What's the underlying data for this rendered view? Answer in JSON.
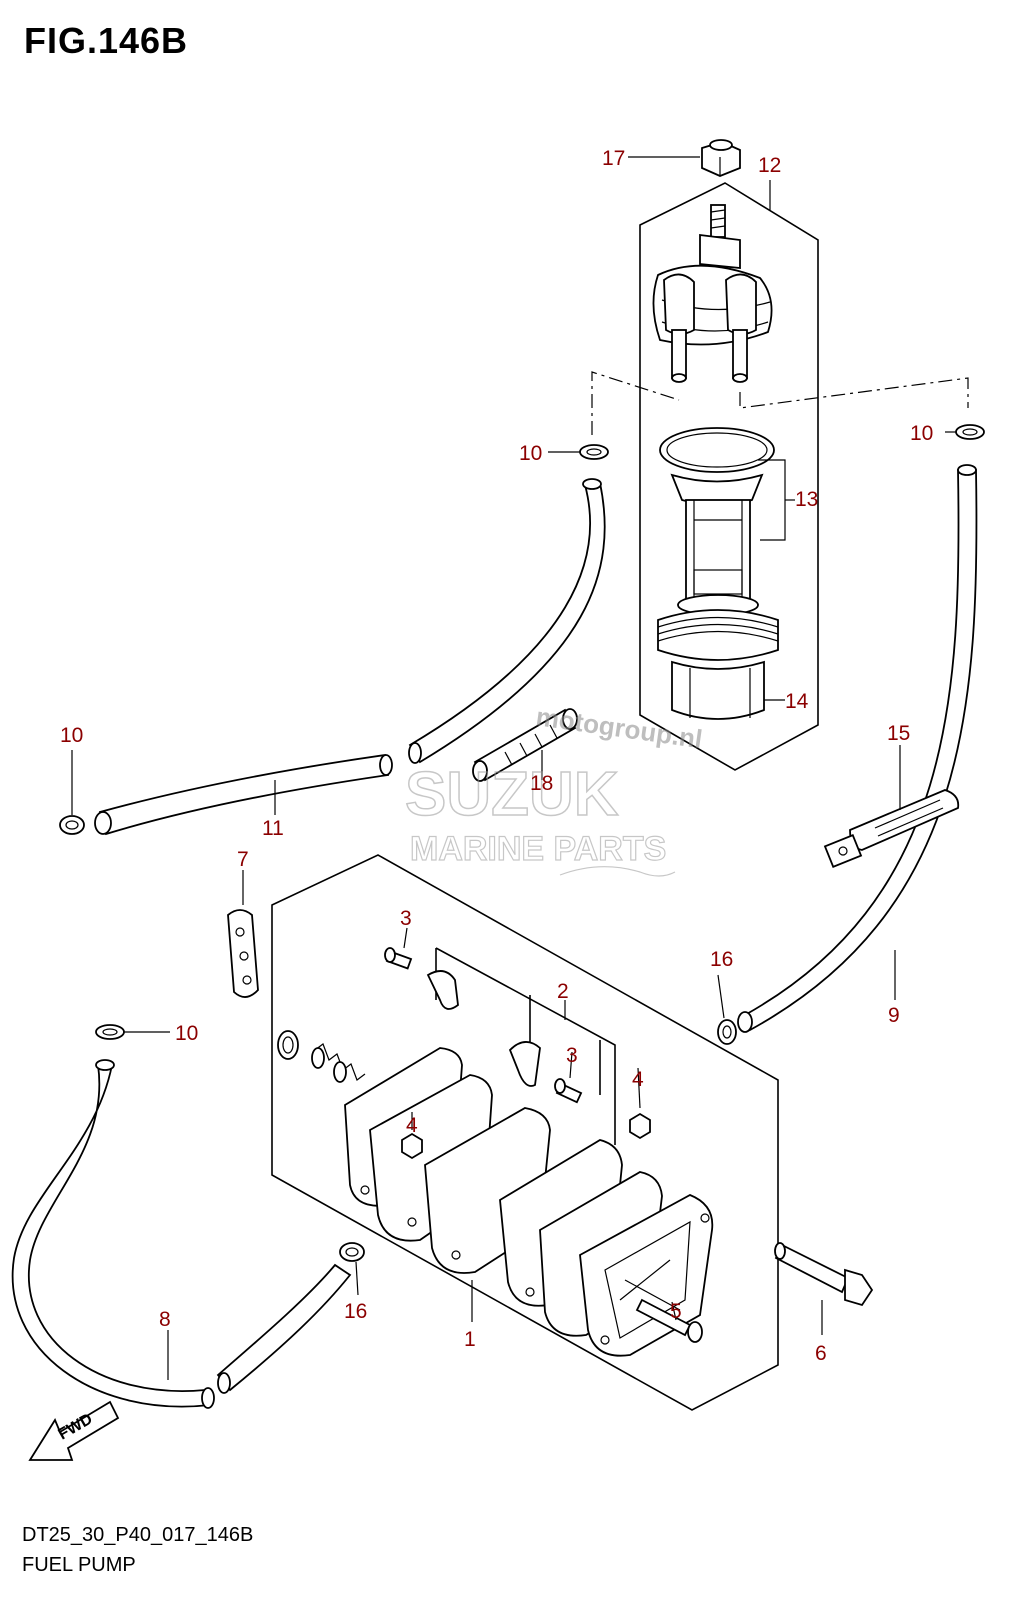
{
  "figure": {
    "title": "FIG.146B",
    "code": "DT25_30_P40_017_146B",
    "name": "FUEL PUMP"
  },
  "labels": {
    "p1": "1",
    "p2": "2",
    "p3a": "3",
    "p3b": "3",
    "p4a": "4",
    "p4b": "4",
    "p5": "5",
    "p6": "6",
    "p7": "7",
    "p8": "8",
    "p9": "9",
    "p10a": "10",
    "p10b": "10",
    "p10c": "10",
    "p10d": "10",
    "p11": "11",
    "p12": "12",
    "p13": "13",
    "p14": "14",
    "p15": "15",
    "p16a": "16",
    "p16b": "16",
    "p17": "17",
    "p18": "18"
  },
  "watermark": {
    "brand": "SUZUK",
    "sub": "MARINE PARTS",
    "site": "motogroup.nl"
  },
  "arrow": {
    "text": "FWD"
  },
  "colors": {
    "label": "#8b0000",
    "line": "#000000",
    "watermark": "#c8c8c8"
  }
}
